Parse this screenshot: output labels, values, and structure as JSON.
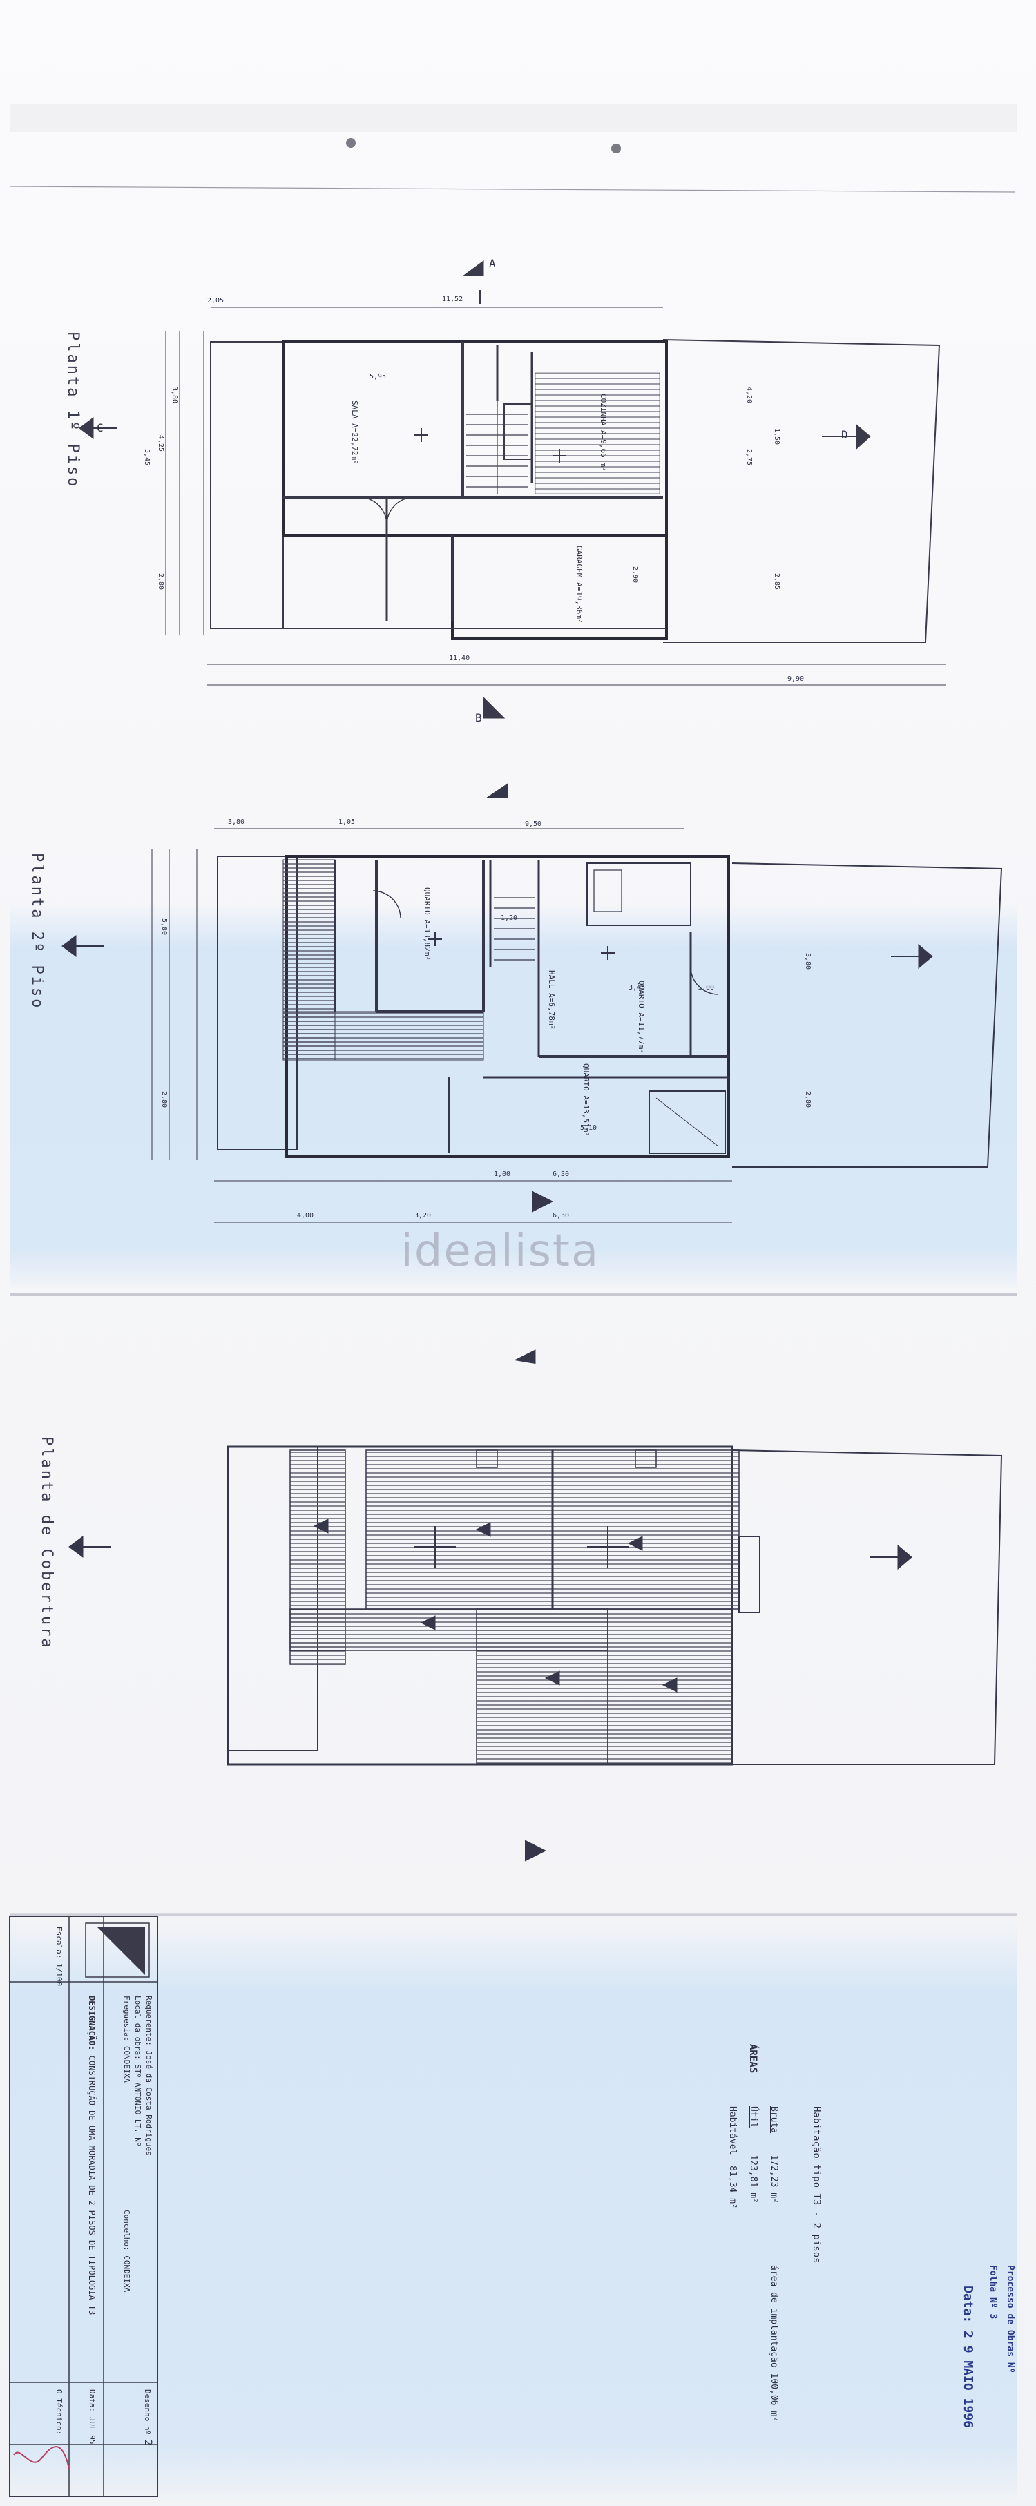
{
  "plans": {
    "floor1_label": "Planta 1º Piso",
    "floor2_label": "Planta 2º Piso",
    "roof_label": "Planta de Cobertura"
  },
  "floor1": {
    "rooms": [
      {
        "name": "SALA",
        "area": "A=22,72m²"
      },
      {
        "name": "COZINHA",
        "area": "A=9,66 m²"
      },
      {
        "name": "GARAGEM",
        "area": "A=19,36m²"
      }
    ],
    "dims": [
      "2,05",
      "11,52",
      "3,80",
      "4,25",
      "5,45",
      "2,80",
      "5,95",
      "4,20",
      "2,75",
      "1,50",
      "2,85",
      "2,90",
      "11,40",
      "9,90"
    ]
  },
  "floor2": {
    "rooms": [
      {
        "name": "QUARTO",
        "area": "A=13,82m²"
      },
      {
        "name": "HALL",
        "area": "A=6,78m²"
      },
      {
        "name": "QUARTO",
        "area": "A=11,77m²"
      },
      {
        "name": "QUARTO",
        "area": "A=13,51m²"
      }
    ],
    "dims": [
      "3,80",
      "1,05",
      "9,50",
      "5,80",
      "2,80",
      "1,20",
      "3,45",
      "1,00",
      "5,10",
      "6,30",
      "4,00",
      "3,20",
      "6,30",
      "3,80",
      "2,80",
      "1,00"
    ]
  },
  "section_marks": [
    "A",
    "B",
    "C",
    "D"
  ],
  "watermark": "idealista",
  "areas": {
    "heading": "ÁREAS",
    "type_line": "Habitação tipo T3 - 2 pisos",
    "bruta_label": "Bruta",
    "bruta_value": "172,23 m²",
    "util_label": "Útil",
    "util_value": "123,81 m²",
    "implantacao": "área de implantação 100,06 m²",
    "habitavel_label": "Habitável",
    "habitavel_value": "81,34 m²"
  },
  "process": {
    "line1": "Processo de Obras Nº",
    "line2": "Folha Nº 3",
    "date_label": "Data:",
    "date_value": "2 9 MAIO 1996"
  },
  "title_block": {
    "requerente_label": "Requerente:",
    "requerente_value": "José da Costa Rodrigues",
    "local_label": "Local da obra:",
    "local_value": "STº ANTÓNIO  LT. Nº",
    "freguesia_label": "Freguesia:",
    "freguesia_value": "CONDEIXA",
    "concelho_label": "Concelho:",
    "concelho_value": "CONDEIXA",
    "designacao_label": "DESIGNAÇÃO:",
    "designacao_value": "CONSTRUÇÃO DE UMA MORADIA DE 2 PISOS DE TIPOLOGIA T3",
    "escala_label": "Escala:",
    "escala_value": "1/100",
    "desenho_label": "Desenho nº",
    "desenho_value": "2",
    "data_label": "Data:",
    "data_value": "JUL 95",
    "tecnico_label": "O Técnico:"
  }
}
